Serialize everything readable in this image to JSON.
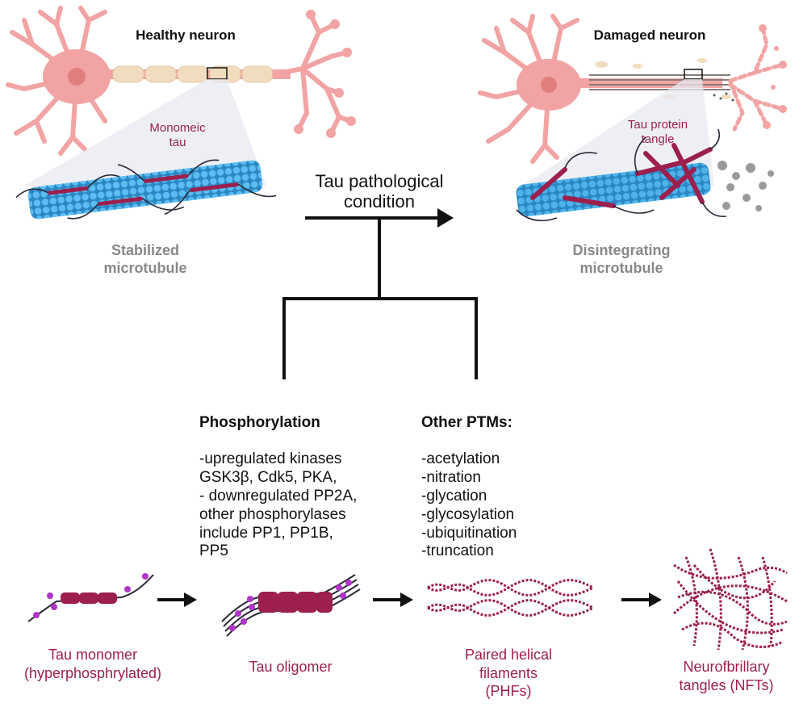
{
  "top": {
    "healthy_title": "Healthy neuron",
    "damaged_title": "Damaged neuron",
    "monomeric_label": "Monomeic\ntau",
    "tangle_label": "Tau protein\ntangle",
    "stabilized_label": "Stabilized\nmicrotubule",
    "disintegrating_label": "Disintegrating\nmicrotubule",
    "central_label": "Tau pathological\ncondition"
  },
  "branches": {
    "phosphorylation": {
      "title": "Phosphorylation",
      "body": "-upregulated kinases\nGSK3β, Cdk5, PKA,\n- downregulated PP2A,\nother phosphorylases\ninclude PP1, PP1B,\nPP5"
    },
    "other_ptms": {
      "title": "Other PTMs:",
      "body": "-acetylation\n-nitration\n-glycation\n-glycosylation\n-ubiquitination\n-truncation"
    }
  },
  "stages": [
    {
      "label": "Tau monomer\n(hyperphosphrylated)"
    },
    {
      "label": "Tau oligomer"
    },
    {
      "label": "Paired helical\nfilaments\n(PHFs)"
    },
    {
      "label": "Neurofbrillary\ntangles (NFTs)"
    }
  ],
  "colors": {
    "neuron": "#f2a3a3",
    "neuron_core": "#e07e7e",
    "myelin": "#f2dcc0",
    "microtubule": "#3a9fdc",
    "tau": "#9c1f4d",
    "phospho": "#b035c8",
    "gray_text": "#888888",
    "arrow": "#111111"
  }
}
